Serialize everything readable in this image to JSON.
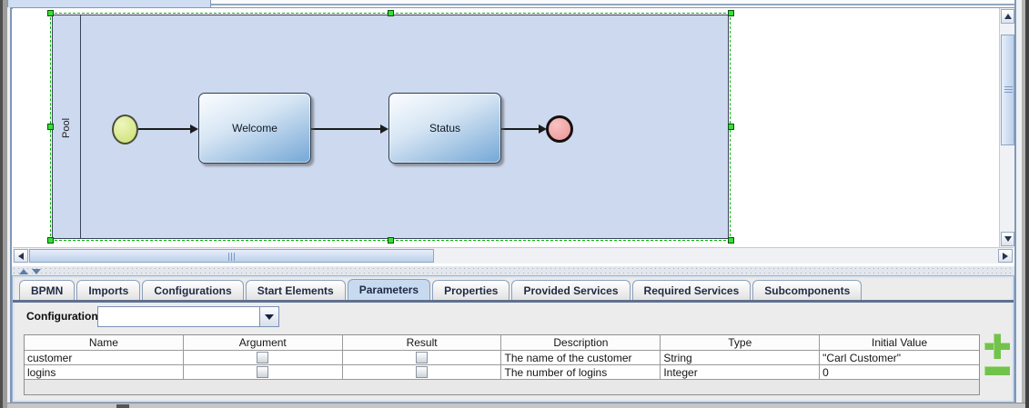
{
  "canvas": {
    "pool_label": "Pool",
    "tasks": [
      {
        "label": "Welcome"
      },
      {
        "label": "Status"
      }
    ],
    "events": [
      {
        "name": "start-event"
      },
      {
        "name": "end-event"
      }
    ]
  },
  "panel": {
    "tabs": [
      "BPMN",
      "Imports",
      "Configurations",
      "Start Elements",
      "Parameters",
      "Properties",
      "Provided Services",
      "Required Services",
      "Subcomponents"
    ],
    "selected_tab": "Parameters",
    "configuration": {
      "label": "Configuration",
      "value": ""
    },
    "table": {
      "headers": [
        "Name",
        "Argument",
        "Result",
        "Description",
        "Type",
        "Initial Value"
      ],
      "rows": [
        {
          "name": "customer",
          "argument": false,
          "result": false,
          "description": "The name of the customer",
          "type": "String",
          "initial_value": "\"Carl Customer\""
        },
        {
          "name": "logins",
          "argument": false,
          "result": false,
          "description": "The number of logins",
          "type": "Integer",
          "initial_value": "0"
        }
      ]
    }
  },
  "icons": {
    "add": "plus-icon",
    "remove": "minus-icon",
    "combo_arrow": "chevron-down-icon",
    "scroll_up": "arrow-up-icon",
    "scroll_down": "arrow-down-icon",
    "scroll_left": "arrow-left-icon",
    "scroll_right": "arrow-right-icon"
  },
  "colors": {
    "pool_fill": "#ccd9ef",
    "task_gradient_end": "#74a7d6",
    "start_event_fill": "#d3e583",
    "end_event_fill": "#ef9f9f",
    "selection_green": "#35df35",
    "selected_tab_bg": "#c8daf0",
    "action_green": "#72c34b"
  }
}
